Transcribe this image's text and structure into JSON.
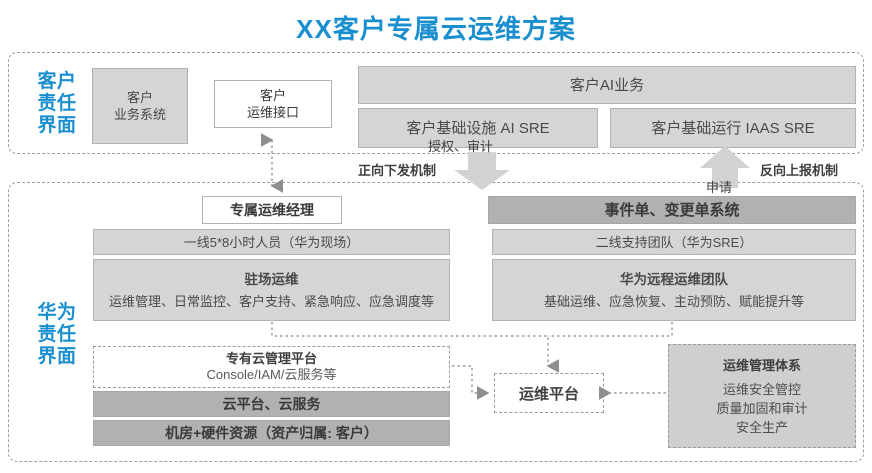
{
  "title": "XX客户专属云运维方案",
  "zones": {
    "customer": {
      "label": "客户\n责任\n界面",
      "label_lines": [
        "客户",
        "责任",
        "界面"
      ]
    },
    "huawei": {
      "label": "华为\n责任\n界面",
      "label_lines": [
        "华为",
        "责任",
        "界面"
      ]
    }
  },
  "customer_zone": {
    "business_system": {
      "line1": "客户",
      "line2": "业务系统"
    },
    "ops_interface": {
      "line1": "客户",
      "line2": "运维接口"
    },
    "ai_business": "客户AI业务",
    "infra_ai_sre": "客户基础设施 AI SRE",
    "infra_iaas_sre": "客户基础运行 IAAS SRE"
  },
  "connectors": {
    "forward_mechanism": "正向下发机制",
    "reverse_mechanism": "反向上报机制",
    "authorize_audit": "授权、审计",
    "apply": "申请",
    "down_arrow_icon": "thick-down-arrow-icon",
    "up_arrow_icon": "thick-up-arrow-icon"
  },
  "huawei_zone": {
    "ops_manager": "专属运维经理",
    "ticket_system": "事件单、变更单系统",
    "first_line": "一线5*8小时人员（华为现场）",
    "second_line": "二线支持团队（华为SRE）",
    "onsite": {
      "title": "驻场运维",
      "desc": "运维管理、日常监控、客户支持、紧急响应、应急调度等"
    },
    "remote": {
      "title": "华为远程运维团队",
      "desc": "基础运维、应急恢复、主动预防、赋能提升等"
    },
    "private_cloud": {
      "title": "专有云管理平台",
      "sub": "Console/IAM/云服务等"
    },
    "cloud_platform": "云平台、云服务",
    "hardware": "机房+硬件资源（资产归属: 客户）",
    "ops_platform": "运维平台",
    "ops_management": {
      "title": "运维管理体系",
      "lines": [
        "运维安全管控",
        "质量加固和审计",
        "安全生产"
      ]
    }
  },
  "colors": {
    "accent_blue": "#1a8fd0",
    "box_light": "#d5d5d5",
    "box_dark": "#b1b1b1",
    "border_gray": "#b2b2b2",
    "dashed_gray": "#9e9e9e",
    "text_gray": "#4a4a4a"
  }
}
